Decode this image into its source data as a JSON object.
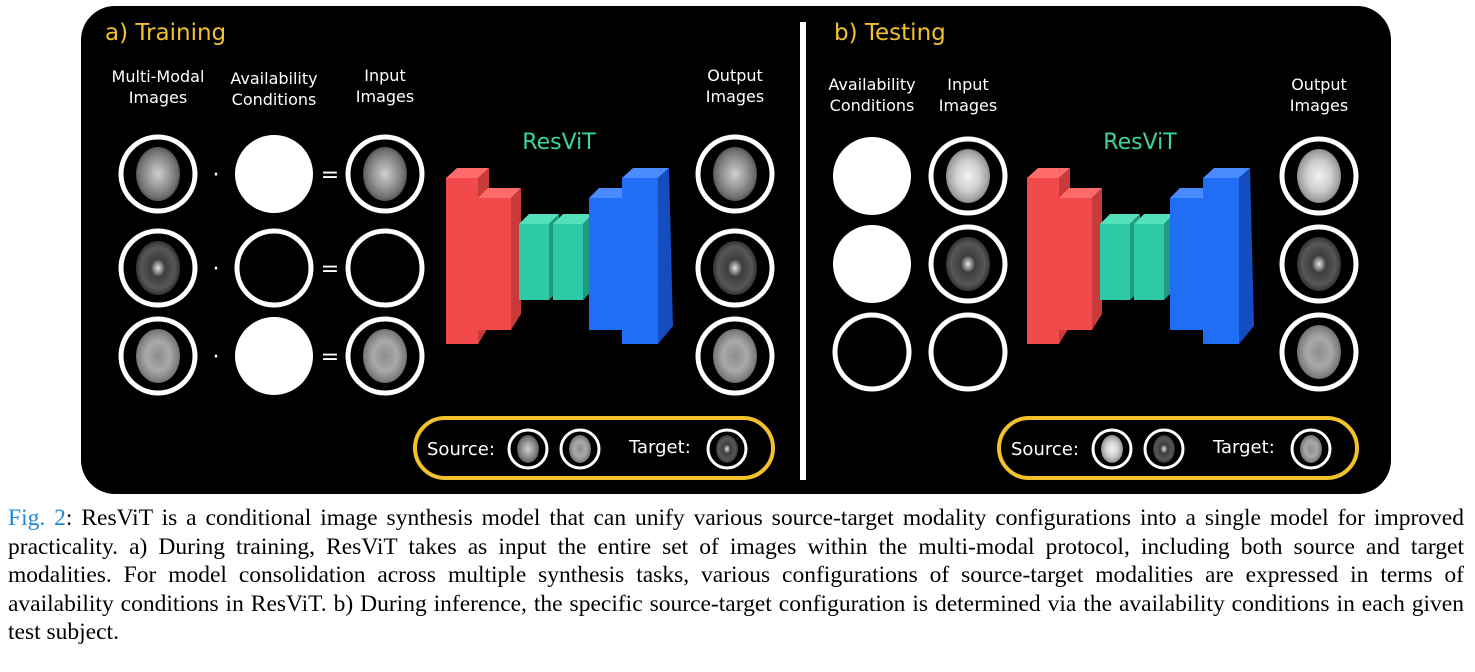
{
  "figure": {
    "training": {
      "title": "a) Training",
      "col_multimodal": [
        "Multi-Modal",
        "Images"
      ],
      "col_availability": [
        "Availability",
        "Conditions"
      ],
      "col_input": [
        "Input",
        "Images"
      ],
      "col_output": [
        "Output",
        "Images"
      ],
      "model": "ResViT",
      "source_label": "Source:",
      "target_label": "Target:"
    },
    "testing": {
      "title": "b) Testing",
      "col_availability": [
        "Availability",
        "Conditions"
      ],
      "col_input": [
        "Input",
        "Images"
      ],
      "col_output": [
        "Output",
        "Images"
      ],
      "model": "ResViT",
      "source_label": "Source:",
      "target_label": "Target:"
    },
    "operators": {
      "dot": "·",
      "equals": "="
    },
    "colors": {
      "title": "#f2c12e",
      "model_label": "#3cd3a5",
      "encoder": "#f24a4a",
      "bottleneck": "#2ec9a7",
      "decoder": "#1f6ef5"
    }
  },
  "caption": {
    "label": "Fig. 2",
    "text": ": ResViT is a conditional image synthesis model that can unify various source-target modality configurations into a single model for improved practicality. a) During training, ResViT takes as input the entire set of images within the multi-modal protocol, including both source and target modalities. For model consolidation across multiple synthesis tasks, various configurations of source-target modalities are expressed in terms of availability conditions in ResViT. b) During inference, the specific source-target configuration is determined via the availability conditions in each given test subject."
  }
}
